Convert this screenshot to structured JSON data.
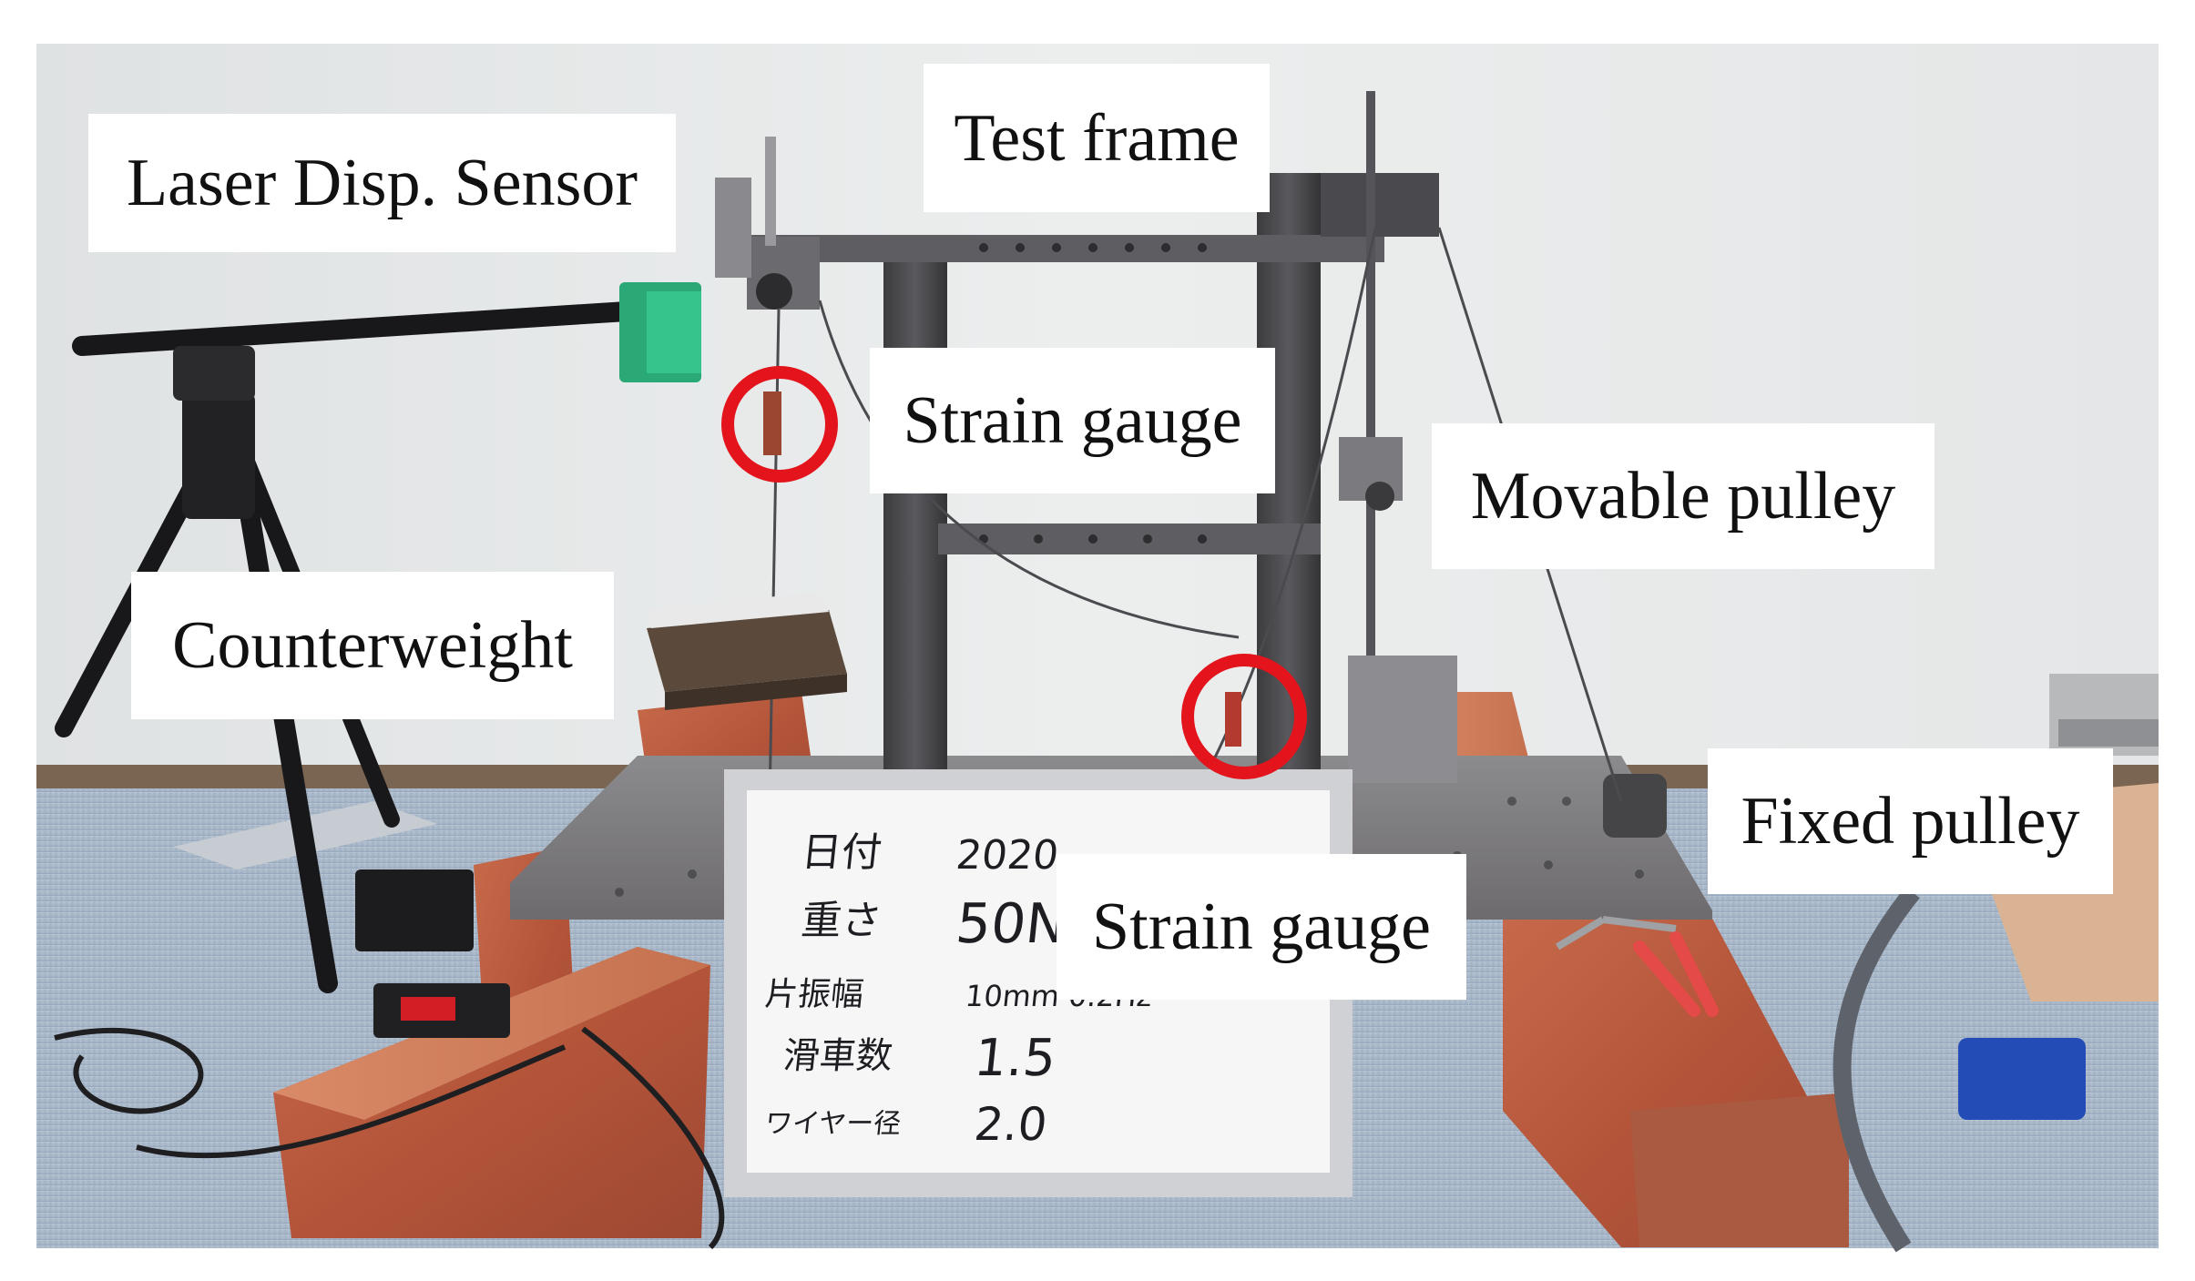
{
  "labels": {
    "laser_sensor": "Laser Disp. Sensor",
    "test_frame": "Test frame",
    "strain_gauge_upper": "Strain gauge",
    "movable_pulley": "Movable pulley",
    "counterweight": "Counterweight",
    "fixed_pulley": "Fixed pulley",
    "strain_gauge_lower": "Strain gauge"
  },
  "whiteboard": {
    "row1_label": "日付",
    "row1_value": "2020",
    "row2_label": "重さ",
    "row2_value": "50N",
    "row3_label": "片振幅",
    "row3_value": "10mm  0.2Hz",
    "row4_label": "滑車数",
    "row4_value": "1.5",
    "row5_label": "ワイヤー径",
    "row5_value": "2.0"
  },
  "colors": {
    "highlight_circle": "#e3141b",
    "wood": "#b8583c",
    "steel": "#6f6f73",
    "carpet": "#a8b7c9",
    "wall": "#e6e8ea"
  }
}
